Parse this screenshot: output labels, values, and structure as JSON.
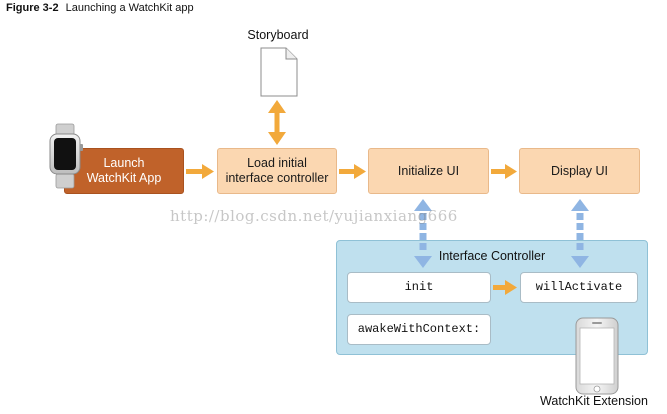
{
  "caption": {
    "number": "Figure 3-2",
    "title": "Launching a WatchKit app"
  },
  "storyboard": {
    "label": "Storyboard",
    "icon": "document-icon"
  },
  "nodes": {
    "launch": "Launch\nWatchKit App",
    "load": "Load initial\ninterface controller",
    "initialize": "Initialize UI",
    "display": "Display UI"
  },
  "interface_controller": {
    "title": "Interface Controller",
    "methods": {
      "init": "init",
      "will_activate": "willActivate",
      "awake": "awakeWithContext:"
    }
  },
  "extension": {
    "label": "WatchKit Extension",
    "icon": "iphone-icon"
  },
  "watch_icon": "apple-watch-icon",
  "watermark": "http://blog.csdn.net/yujianxiang666",
  "colors": {
    "dark_box": "#c0622a",
    "light_box": "#fbd7b1",
    "arrow": "#f2a93b",
    "dashed_arrow": "#8fb5e3",
    "panel": "#bfe0ee"
  }
}
